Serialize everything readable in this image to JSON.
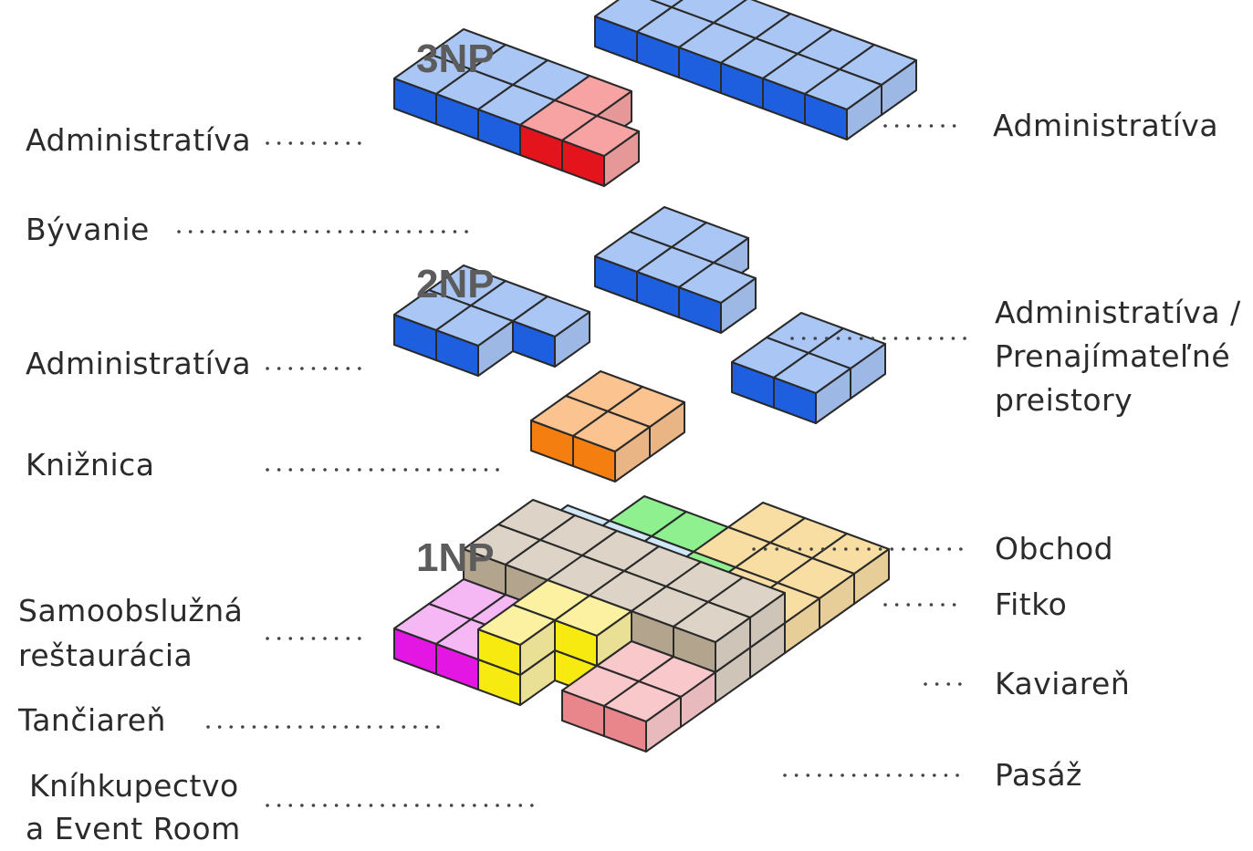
{
  "floors": {
    "f3": "3NP",
    "f2": "2NP",
    "f1": "1NP"
  },
  "labels": {
    "admin_3np_left": "Administratíva",
    "admin_3np_right": "Administratíva",
    "byvanie": "Bývanie",
    "admin_2np_left": "Administratíva",
    "admin_rent_1": "Administratíva /",
    "admin_rent_2": "Prenajímateľné",
    "admin_rent_3": "preistory",
    "kniznica": "Knižnica",
    "obchod": "Obchod",
    "fitko": "Fitko",
    "kaviaren": "Kaviareň",
    "pasaz": "Pasáž",
    "samo_1": "Samoobslužná",
    "samo_2": "reštaurácia",
    "tanciaren": "Tančiareň",
    "knih_1": "Kníhkupectvo",
    "knih_2": "a Event Room"
  },
  "colors": {
    "administrativa": "#a9c6f5",
    "byvanie": "#f7a3a3",
    "kniznica": "#fac38f",
    "obchod": "#cfe7f7",
    "fitko": "#8ff08f",
    "kaviaren": "#f8dea3",
    "pasaz": "#ddd3c6",
    "samoobsluzna_restauracia": "#f5b8f5",
    "tanciaren": "#fbf1a1",
    "knihkupectvo": "#f9c8cb"
  }
}
